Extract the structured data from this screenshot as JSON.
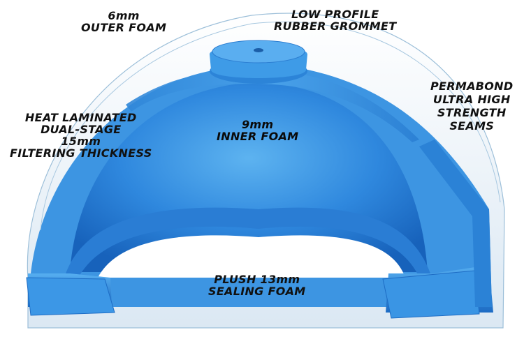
{
  "colors": {
    "outer_foam": "#e4eef6",
    "outer_edge": "#9fc0da",
    "inner_light": "#4fa8ec",
    "inner_mid": "#2e86dd",
    "inner_dark": "#1460b8",
    "grommet": "#3d9ae6"
  },
  "labels": {
    "outer_foam": [
      "6mm",
      "OUTER FOAM"
    ],
    "grommet": [
      "LOW PROFILE",
      "RUBBER GROMMET"
    ],
    "seams": [
      "PERMABOND",
      "ULTRA HIGH",
      "STRENGTH",
      "SEAMS"
    ],
    "filter": [
      "HEAT LAMINATED",
      "DUAL-STAGE",
      "15mm",
      "FILTERING THICKNESS"
    ],
    "inner_foam": [
      "9mm",
      "INNER FOAM"
    ],
    "sealing_foam": [
      "PLUSH 13mm",
      "SEALING FOAM"
    ]
  }
}
